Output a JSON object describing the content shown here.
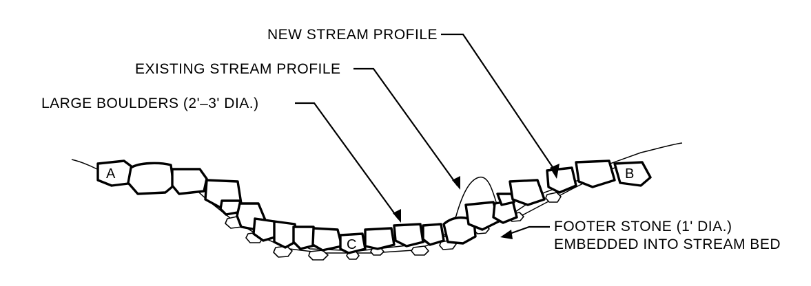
{
  "labels": {
    "new_profile": "NEW STREAM PROFILE",
    "existing_profile": "EXISTING STREAM PROFILE",
    "large_boulders": "LARGE BOULDERS (2'–3' DIA.)",
    "footer_stone_line1": "FOOTER STONE (1' DIA.)",
    "footer_stone_line2": "EMBEDDED INTO STREAM BED"
  },
  "points": {
    "a": "A",
    "b": "B",
    "c": "C"
  }
}
